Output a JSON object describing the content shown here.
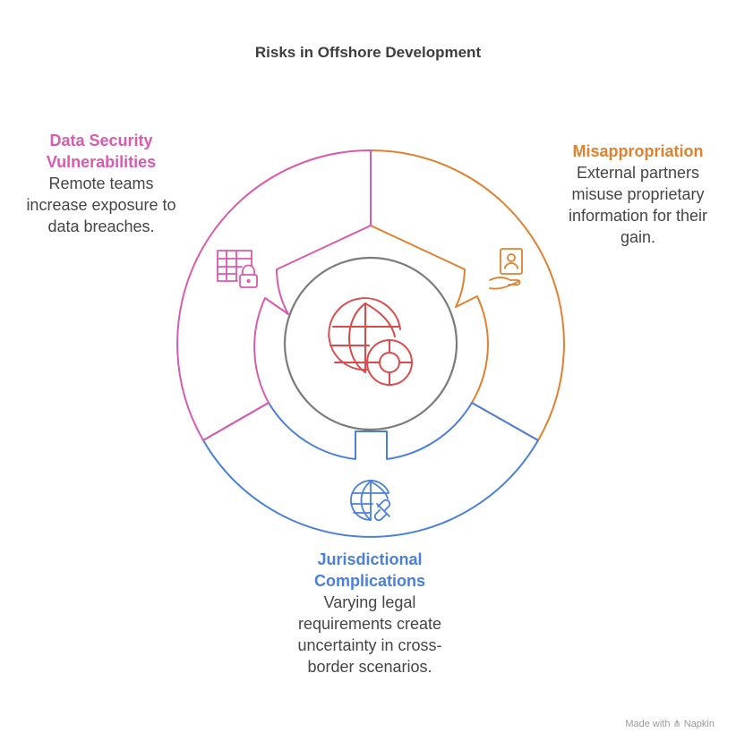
{
  "title": "Risks in Offshore Development",
  "center_icon": "globe-with-lifebuoy-icon",
  "colors": {
    "data_security": "#d95bae",
    "misappropriation": "#e0812f",
    "jurisdictional": "#4a80dc",
    "center": "#dc4b4b",
    "center_ring": "#7b7b7b"
  },
  "segments": [
    {
      "heading": "Data Security Vulnerabilities",
      "description": "Remote teams increase exposure to data breaches.",
      "icon": "spreadsheet-lock-icon"
    },
    {
      "heading": "Misappropriation",
      "description": "External partners misuse proprietary information for their gain.",
      "icon": "contact-card-hand-icon"
    },
    {
      "heading": "Jurisdictional Complications",
      "description": "Varying legal requirements create uncertainty in cross-border scenarios.",
      "icon": "globe-link-icon"
    }
  ],
  "footer": {
    "made_with": "Made with",
    "brand": "Napkin"
  }
}
